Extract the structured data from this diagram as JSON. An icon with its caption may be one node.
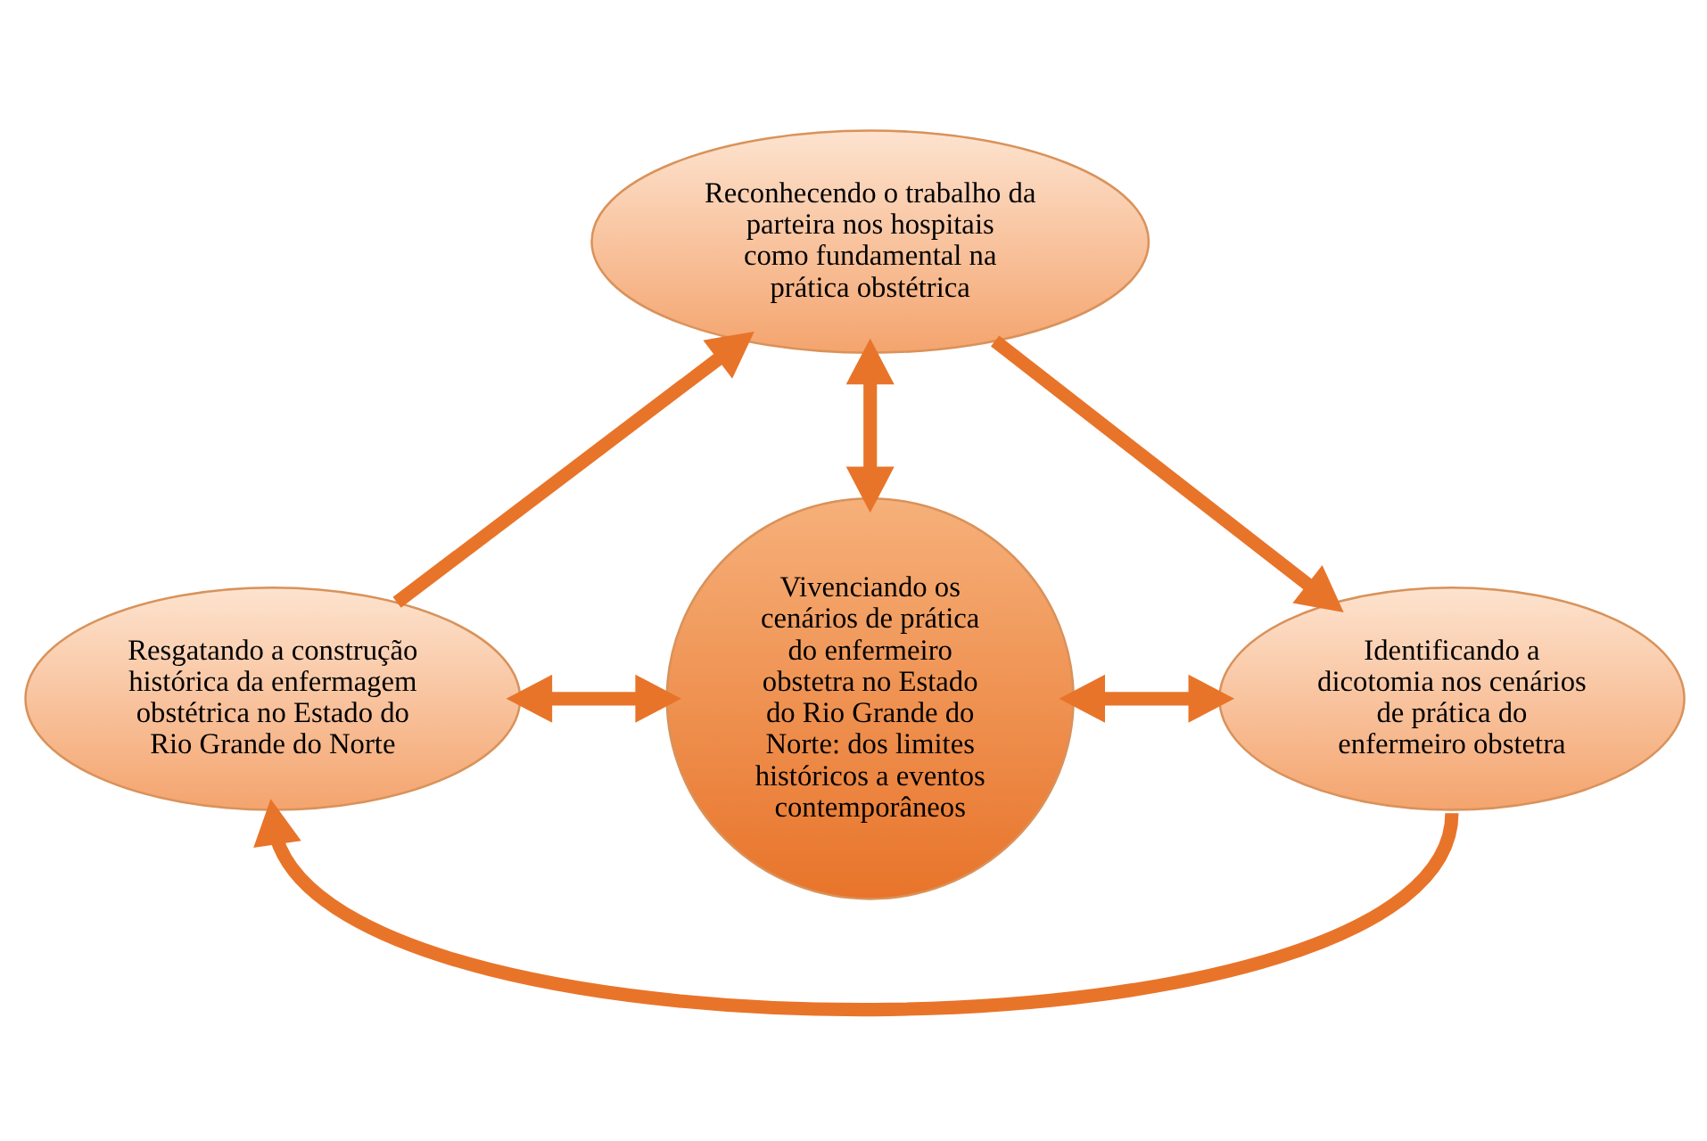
{
  "diagram": {
    "nodes": [
      {
        "text": [
          "Reconhecendo o trabalho da parteira nos hospitais como fundamental na prática obstétrica"
        ]
      },
      {
        "text": [
          "Resgatando a construção histórica da enfermagem obstétrica no Estado do Rio Grande do Norte"
        ]
      },
      {
        "text": [
          "Vivenciando os cenários de prática do enfermeiro obstetra no Estado do Rio Grande do Norte: dos limites históricos a eventos contemporâneos"
        ]
      },
      {
        "text": [
          "Identificando a dicotomia nos cenários de prática do enfermeiro obstetra"
        ]
      }
    ],
    "edges": [
      {
        "from": 1,
        "to": 0,
        "arrow": "to"
      },
      {
        "from": 0,
        "to": 3,
        "arrow": "to"
      },
      {
        "from": 0,
        "to": 2,
        "arrow": "both"
      },
      {
        "from": 1,
        "to": 2,
        "arrow": "both"
      },
      {
        "from": 2,
        "to": 3,
        "arrow": "both"
      },
      {
        "from": 3,
        "to": 1,
        "arrow": "to"
      }
    ]
  }
}
